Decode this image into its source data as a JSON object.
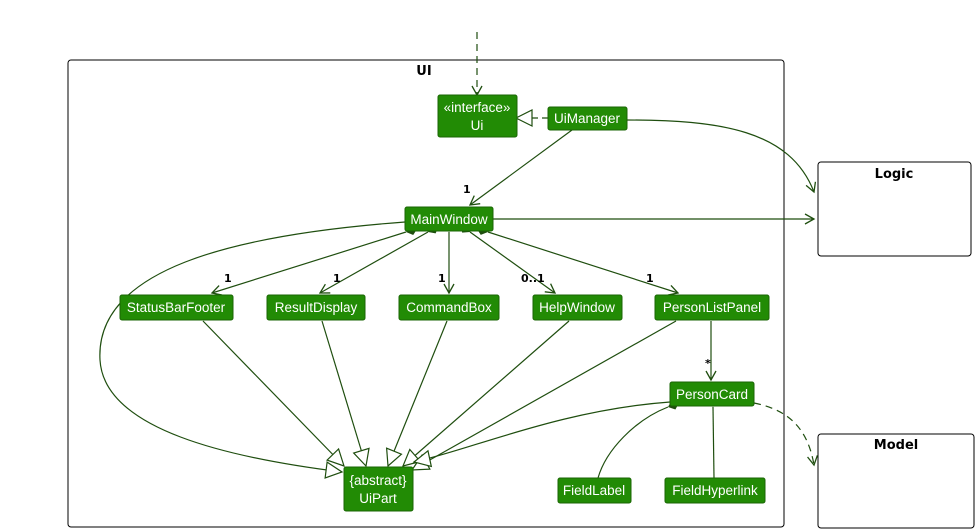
{
  "colors": {
    "class_fill": "#228b05",
    "class_stroke": "#1a6604",
    "edge": "#1f4e0f",
    "package_stroke": "#000000"
  },
  "packages": {
    "ui": "UI",
    "logic": "Logic",
    "model": "Model"
  },
  "classes": {
    "ui_interface": {
      "stereotype": "«interface»",
      "name": "Ui"
    },
    "ui_manager": "UiManager",
    "main_window": "MainWindow",
    "status_bar_footer": "StatusBarFooter",
    "result_display": "ResultDisplay",
    "command_box": "CommandBox",
    "help_window": "HelpWindow",
    "person_list_panel": "PersonListPanel",
    "person_card": "PersonCard",
    "ui_part": {
      "stereotype": "{abstract}",
      "name": "UiPart"
    },
    "field_label": "FieldLabel",
    "field_hyperlink": "FieldHyperlink"
  },
  "multiplicities": {
    "uimanager_mainwindow": "1",
    "status_bar_footer": "1",
    "result_display": "1",
    "command_box": "1",
    "help_window": "0..1",
    "person_list_panel": "1",
    "person_card": "*"
  }
}
